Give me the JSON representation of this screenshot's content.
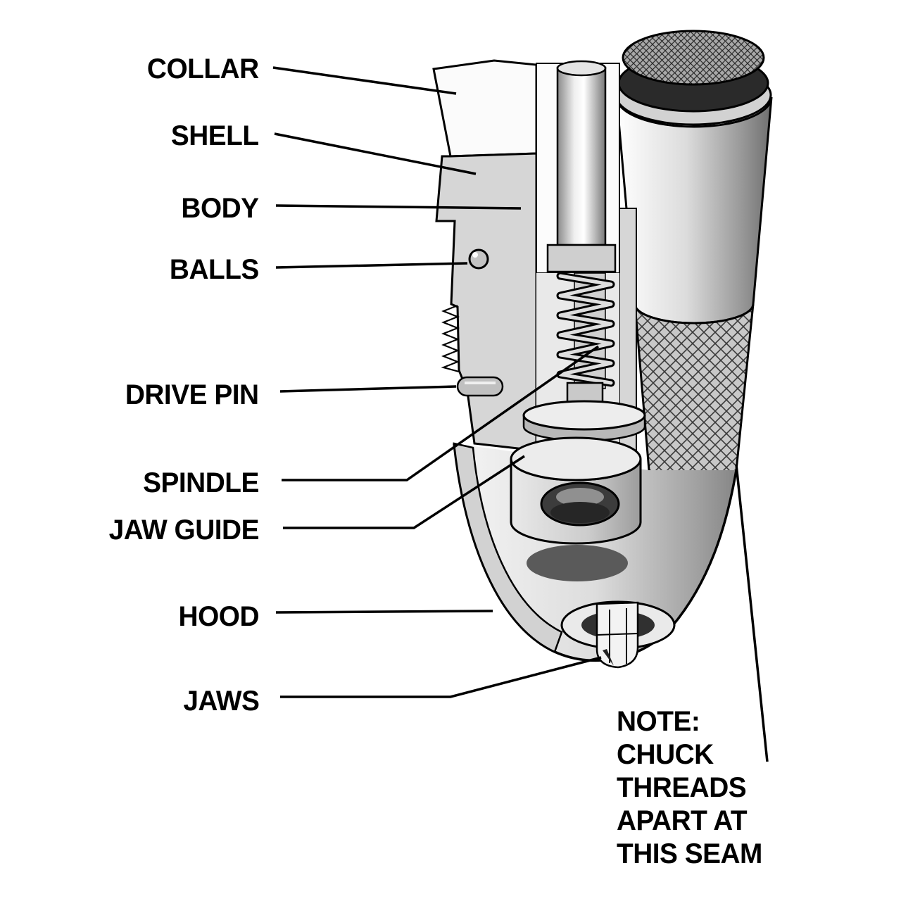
{
  "diagram": {
    "subject": "drill chuck cutaway diagram",
    "labels": [
      {
        "id": "collar",
        "text": "COLLAR"
      },
      {
        "id": "shell",
        "text": "SHELL"
      },
      {
        "id": "body",
        "text": "BODY"
      },
      {
        "id": "balls",
        "text": "BALLS"
      },
      {
        "id": "drive-pin",
        "text": "DRIVE PIN"
      },
      {
        "id": "spindle",
        "text": "SPINDLE"
      },
      {
        "id": "jaw-guide",
        "text": "JAW GUIDE"
      },
      {
        "id": "hood",
        "text": "HOOD"
      },
      {
        "id": "jaws",
        "text": "JAWS"
      }
    ],
    "note_lines": [
      "NOTE:",
      "CHUCK",
      "THREADS",
      "APART AT",
      "THIS SEAM"
    ],
    "colors": {
      "ink": "#000000",
      "paper": "#ffffff",
      "section_gray": "#d6d6d6",
      "metal_light": "#f5f5f5",
      "metal_dark": "#7a7a7a",
      "knurl_bg": "#c8c8c8",
      "cavity_dark": "#303030"
    }
  }
}
